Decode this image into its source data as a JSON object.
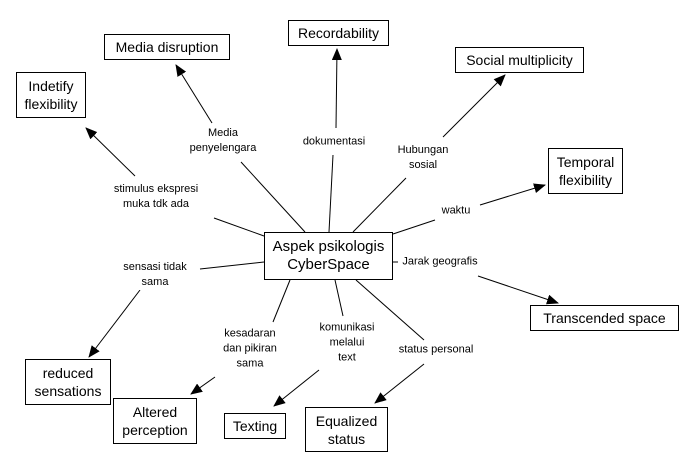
{
  "diagram": {
    "title": "Aspek psikologis CyberSpace mind map",
    "center": {
      "id": "center",
      "text": "Aspek psikologis\nCyberSpace"
    },
    "nodes": [
      {
        "id": "indetify",
        "text": "Indetify\nflexibility"
      },
      {
        "id": "media-disruption",
        "text": "Media disruption"
      },
      {
        "id": "recordability",
        "text": "Recordability"
      },
      {
        "id": "social-multiplicity",
        "text": "Social multiplicity"
      },
      {
        "id": "temporal",
        "text": "Temporal\nflexibility"
      },
      {
        "id": "transcended",
        "text": "Transcended space"
      },
      {
        "id": "equalized",
        "text": "Equalized\nstatus"
      },
      {
        "id": "texting",
        "text": "Texting"
      },
      {
        "id": "altered",
        "text": "Altered\nperception"
      },
      {
        "id": "reduced",
        "text": "reduced\nsensations"
      }
    ],
    "edges": [
      {
        "to": "indetify",
        "label": "stimulus ekspresi\nmuka tdk ada"
      },
      {
        "to": "media-disruption",
        "label": "Media\npenyelengara"
      },
      {
        "to": "recordability",
        "label": "dokumentasi"
      },
      {
        "to": "social-multiplicity",
        "label": "Hubungan\nsosial"
      },
      {
        "to": "temporal",
        "label": "waktu"
      },
      {
        "to": "transcended",
        "label": "Jarak geografis"
      },
      {
        "to": "equalized",
        "label": "status personal"
      },
      {
        "to": "texting",
        "label": "komunikasi\nmelalui\ntext"
      },
      {
        "to": "altered",
        "label": "kesadaran\ndan pikiran\nsama"
      },
      {
        "to": "reduced",
        "label": "sensasi tidak\nsama"
      }
    ]
  }
}
